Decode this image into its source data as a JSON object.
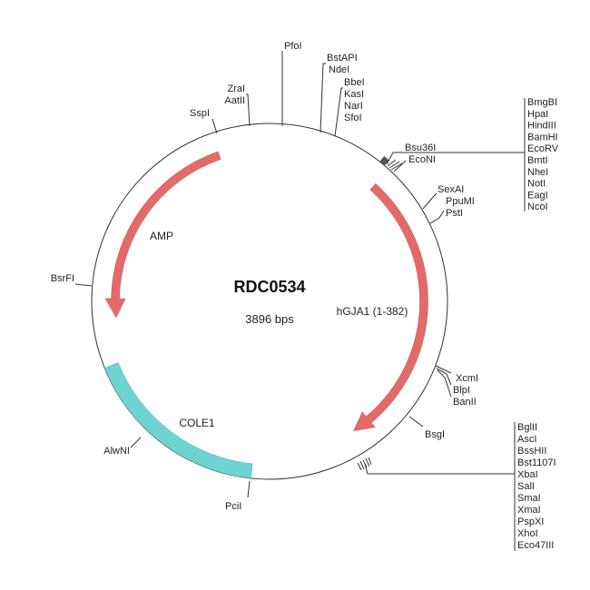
{
  "plasmid": {
    "name": "RDC0534",
    "size": "3896 bps"
  },
  "features": {
    "amp": {
      "label": "AMP",
      "color": "#e46a6a"
    },
    "hgja1": {
      "label": "hGJA1 (1-382)",
      "color": "#e46a6a"
    },
    "cole1": {
      "label": "COLE1",
      "color": "#6fd3d0"
    }
  },
  "sites": {
    "pfoi": "PfoI",
    "bstapi": "BstAPI",
    "ndei": "NdeI",
    "bbei": "BbeI",
    "kasi": "KasI",
    "nari": "NarI",
    "sfoi": "SfoI",
    "zrai": "ZraI",
    "aatii": "AatII",
    "sspi": "SspI",
    "bsrfi": "BsrFI",
    "bsu36i": "Bsu36I",
    "econi": "EcoNI",
    "sexai": "SexAI",
    "ppumi": "PpuMI",
    "psti": "PstI",
    "xcmi": "XcmI",
    "blpi": "BlpI",
    "banii": "BanII",
    "bsgi": "BsgI",
    "alwni": "AlwNI",
    "pcii": "PciI"
  },
  "mcs_upper": [
    "BmgBI",
    "HpaI",
    "HindIII",
    "BamHI",
    "EcoRV",
    "BmtI",
    "NheI",
    "NotI",
    "EagI",
    "NcoI"
  ],
  "mcs_lower": [
    "BglII",
    "AscI",
    "BssHII",
    "Bst1107I",
    "XbaI",
    "SalI",
    "SmaI",
    "XmaI",
    "PspXI",
    "XhoI",
    "Eco47III"
  ]
}
